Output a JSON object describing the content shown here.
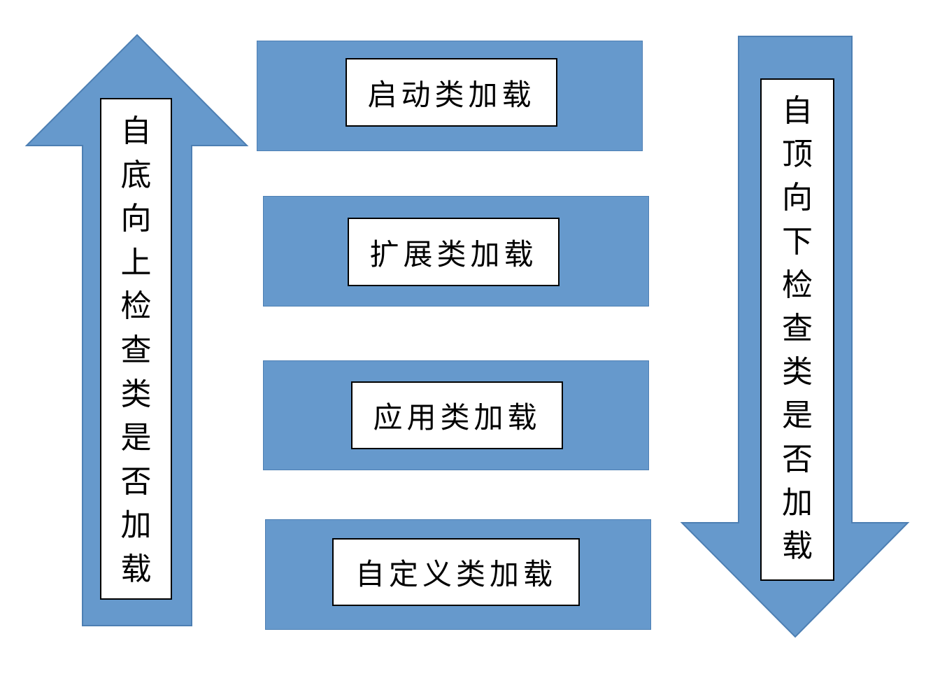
{
  "diagram": {
    "left_arrow": {
      "direction": "up",
      "label": "自底向上检查类是否加载"
    },
    "right_arrow": {
      "direction": "down",
      "label": "自顶向下检查类是否加载"
    },
    "loaders": [
      {
        "label": "启动类加载"
      },
      {
        "label": "扩展类加载"
      },
      {
        "label": "应用类加载"
      },
      {
        "label": "自定义类加载"
      }
    ],
    "colors": {
      "fill": "#6699cc",
      "outline": "#4d7fb3",
      "label_background": "#ffffff",
      "label_border": "#000000",
      "text": "#000000"
    }
  }
}
